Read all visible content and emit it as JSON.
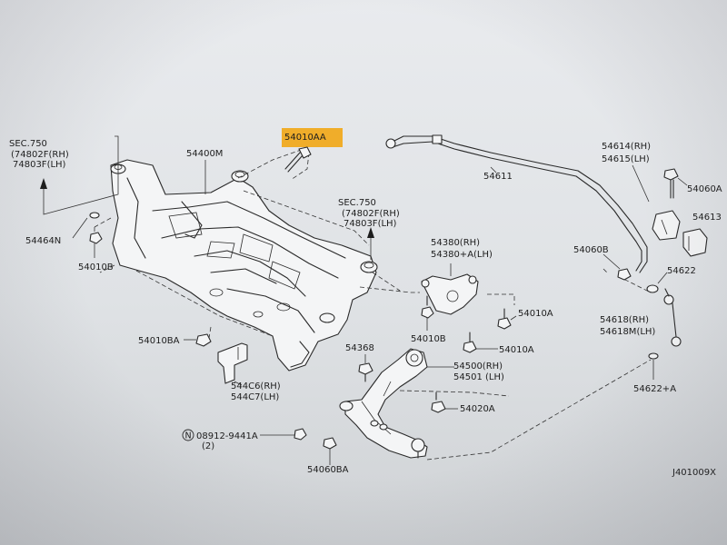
{
  "diagram": {
    "figure_code": "J401009X",
    "highlight_color": "#f0ad2a",
    "labels": {
      "sec750_left_title": "SEC.750",
      "sec750_left_rh": "(74802F(RH)",
      "sec750_left_lh": "74803F(LH)",
      "sec750_right_title": "SEC.750",
      "sec750_right_rh": "(74802F(RH)",
      "sec750_right_lh": "74803F(LH)",
      "p54010AA": "54010AA",
      "p54400M": "54400M",
      "p54464N": "54464N",
      "p54010B_left": "54010B",
      "p54010BA": "54010BA",
      "p544C6": "544C6(RH)",
      "p544C7": "544C7(LH)",
      "p08912": "08912-9441A",
      "p08912_qty": "(2)",
      "p54060BA": "54060BA",
      "p54368": "54368",
      "p54500": "54500(RH)",
      "p54501": "54501 (LH)",
      "p54020A": "54020A",
      "p54380_rh": "54380(RH)",
      "p54380_lh": "54380+A(LH)",
      "p54010B_right": "54010B",
      "p54010A_1": "54010A",
      "p54010A_2": "54010A",
      "p54611": "54611",
      "p54614": "54614(RH)",
      "p54615": "54615(LH)",
      "p54060A": "54060A",
      "p54613": "54613",
      "p54060B": "54060B",
      "p54622": "54622",
      "p54618_rh": "54618(RH)",
      "p54618_lh": "54618M(LH)",
      "p54622A": "54622+A"
    }
  }
}
